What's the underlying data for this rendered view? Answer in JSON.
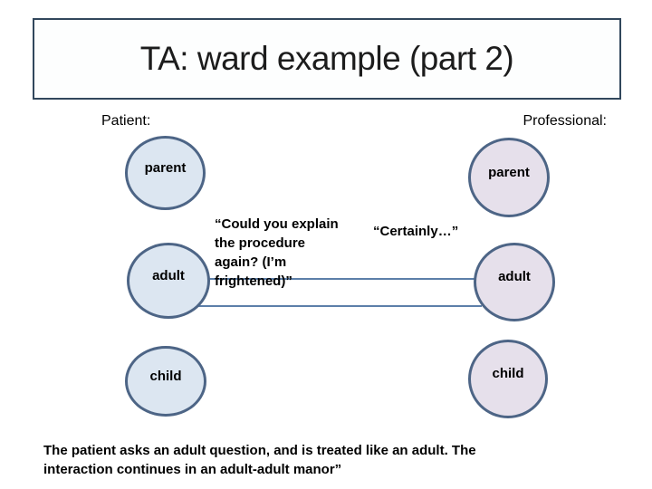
{
  "slide": {
    "title": "TA: ward example (part 2)",
    "patient": {
      "heading": "Patient:",
      "circles": [
        {
          "label": "parent"
        },
        {
          "label": "adult"
        },
        {
          "label": "child"
        }
      ],
      "quote": "“Could you explain\nthe procedure\nagain? (I’m\nfrightened)”"
    },
    "professional": {
      "heading": "Professional:",
      "circles": [
        {
          "label": "parent"
        },
        {
          "label": "adult"
        },
        {
          "label": "child"
        }
      ],
      "quote": "“Certainly…”"
    },
    "caption": "The patient asks an adult question, and is treated like an adult. The\ninteraction continues in an adult-adult manor”"
  },
  "colors": {
    "slide_bg": "#ffffff",
    "title_border": "#31475c",
    "title_text": "#1c1c1c",
    "circle_border": "#4d6586",
    "patient_fill": "#dce6f1",
    "professional_fill": "#e6e0eb",
    "connector": "#5d7fa9",
    "text": "#000000"
  }
}
